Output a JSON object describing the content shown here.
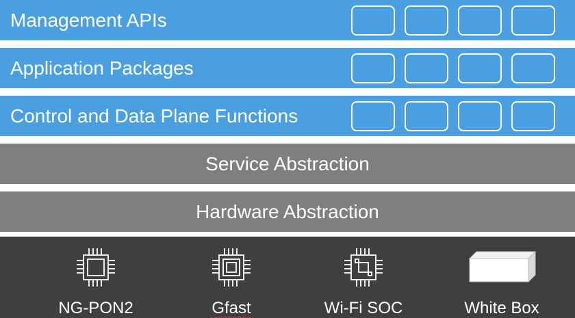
{
  "layers": {
    "management_apis": {
      "label": "Management APIs"
    },
    "application_packages": {
      "label": "Application Packages"
    },
    "control_data_plane": {
      "label": "Control and Data Plane Functions"
    },
    "service_abstraction": {
      "label": "Service Abstraction"
    },
    "hardware_abstraction": {
      "label": "Hardware Abstraction"
    }
  },
  "hardware": {
    "items": [
      {
        "label": "NG-PON2",
        "icon": "chip-icon"
      },
      {
        "label": "Gfast",
        "icon": "chip-layered-icon"
      },
      {
        "label": "Wi-Fi SOC",
        "icon": "chip-wifi-icon"
      },
      {
        "label": "White Box",
        "icon": "white-box-icon"
      }
    ]
  },
  "colors": {
    "blue_layer": "#4a9fe0",
    "gray_layer": "#7f7f7f",
    "hardware_band": "#3f3f3f",
    "text": "#ffffff"
  }
}
